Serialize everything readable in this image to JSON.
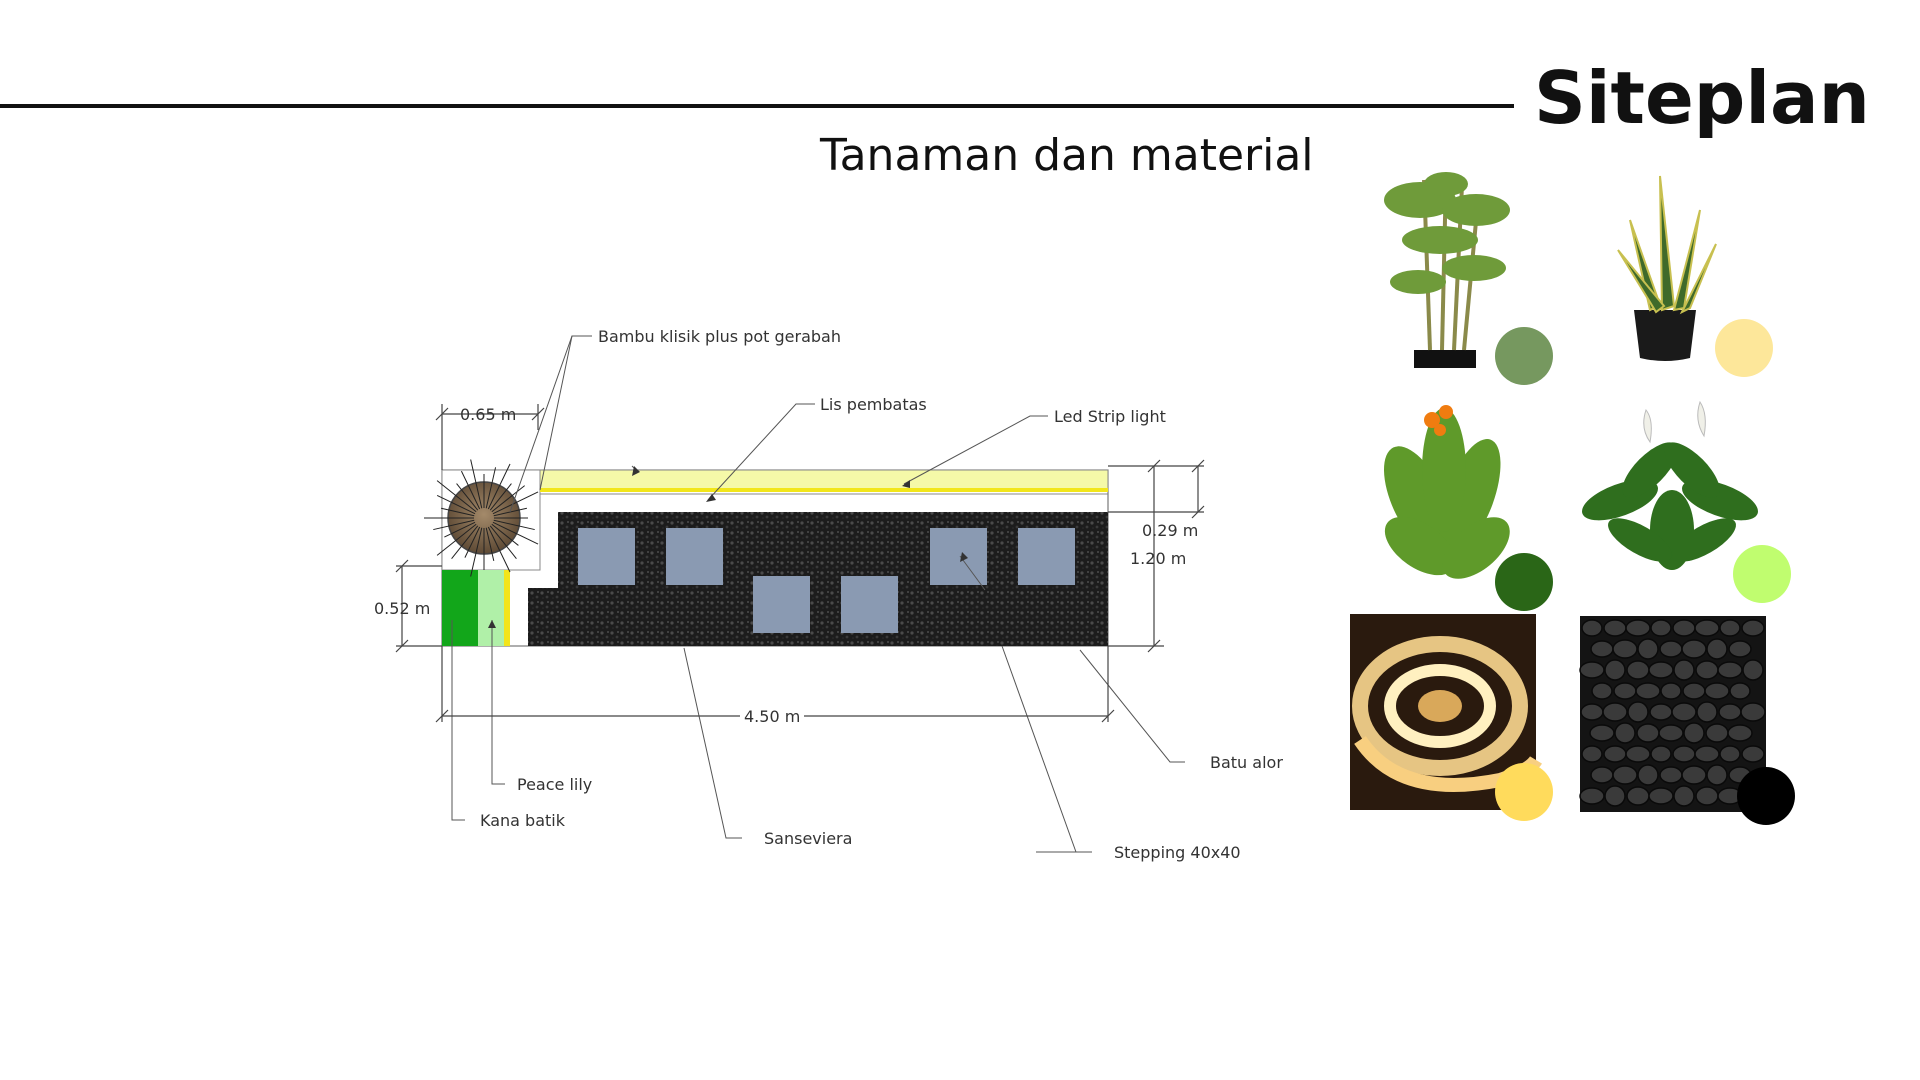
{
  "header": {
    "title": "Siteplan",
    "subtitle": "Tanaman dan material"
  },
  "plan": {
    "labels": {
      "bambu": "Bambu klisik plus pot gerabah",
      "lis": "Lis pembatas",
      "led": "Led Strip light",
      "batu": "Batu alor",
      "stepping": "Stepping 40x40",
      "sanseviera": "Sanseviera",
      "peace_lily": "Peace lily",
      "kana_batik": "Kana batik"
    },
    "dimensions": {
      "width_pot": "0.65 m",
      "height_border": "0.29 m",
      "height_total": "1.20 m",
      "height_planter": "0.52 m",
      "length_total": "4.50 m"
    }
  },
  "palette": {
    "items": [
      {
        "name": "bamboo-plant-image",
        "swatch": "#76985f"
      },
      {
        "name": "sansevieria-plant-image",
        "swatch": "#fde79a"
      },
      {
        "name": "canna-plant-image",
        "swatch": "#2a6617"
      },
      {
        "name": "peace-lily-plant-image",
        "swatch": "#c0fd6f"
      },
      {
        "name": "led-strip-image",
        "swatch": "#ffdb5c"
      },
      {
        "name": "black-pebbles-image",
        "swatch": "#000000"
      }
    ]
  }
}
